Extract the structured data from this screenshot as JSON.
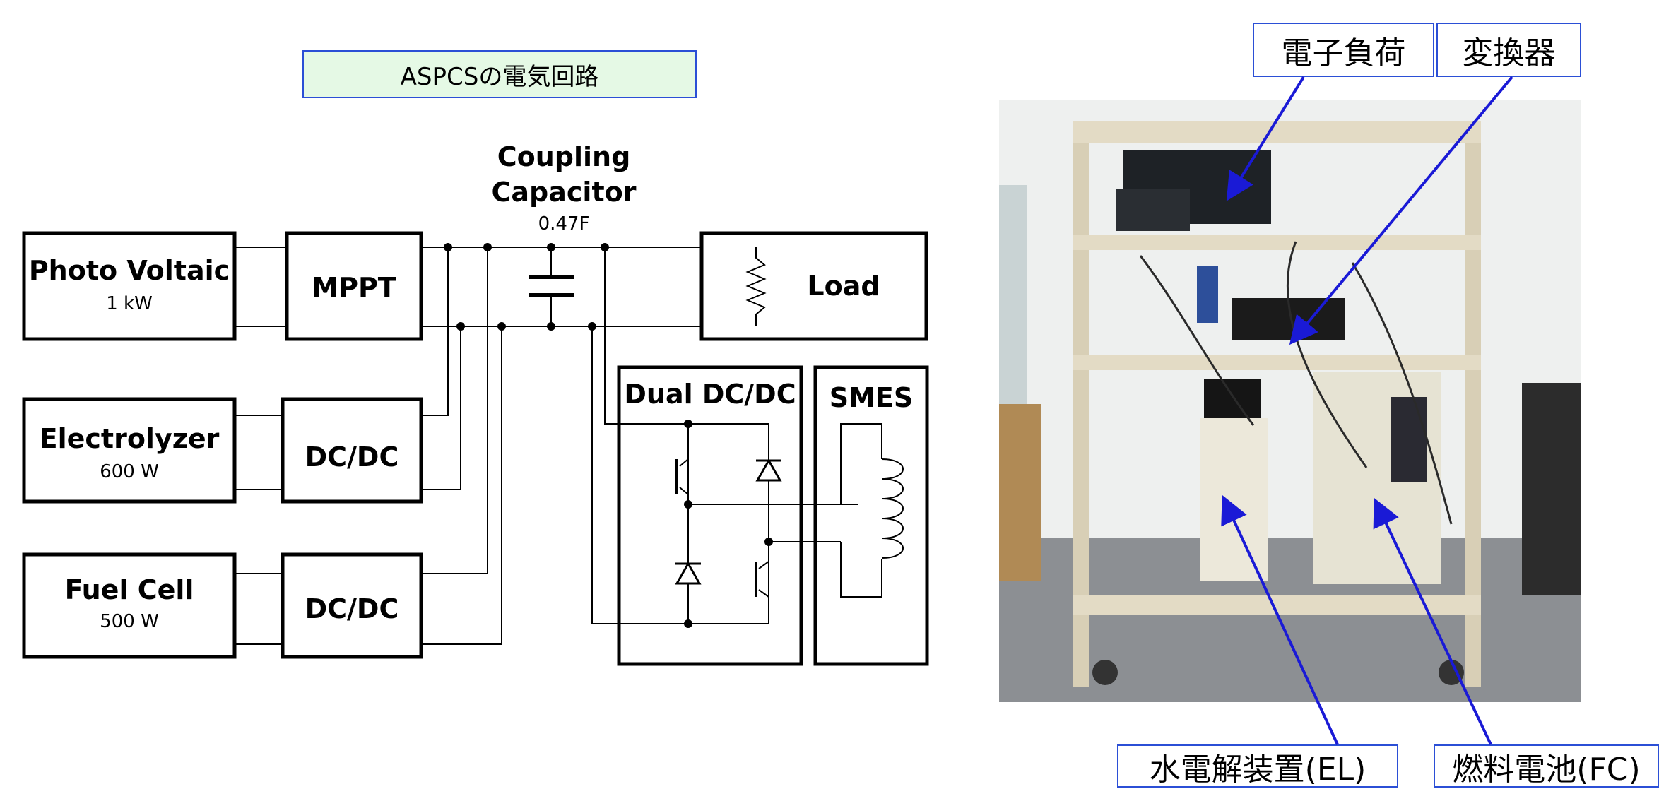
{
  "title": "ASPCSの電気回路",
  "coupling": {
    "line1": "Coupling",
    "line2": "Capacitor",
    "value": "0.47F"
  },
  "blocks": {
    "pv": {
      "label": "Photo Voltaic",
      "rating": "1 kW"
    },
    "mppt": {
      "label": "MPPT"
    },
    "electrolyzer": {
      "label": "Electrolyzer",
      "rating": "600 W"
    },
    "dcdc1": {
      "label": "DC/DC"
    },
    "fuelcell": {
      "label": "Fuel Cell",
      "rating": "500 W"
    },
    "dcdc2": {
      "label": "DC/DC"
    },
    "load": {
      "label": "Load"
    },
    "dualdcdc": {
      "label": "Dual DC/DC"
    },
    "smes": {
      "label": "SMES"
    }
  },
  "photo_labels": {
    "electronic_load": "電子負荷",
    "converter": "変換器",
    "electrolyzer": "水電解装置(EL)",
    "fuel_cell": "燃料電池(FC)"
  },
  "colors": {
    "accent": "#2b4fd6",
    "title_bg": "#e5f9e5",
    "arrow": "#1a1ad6"
  }
}
